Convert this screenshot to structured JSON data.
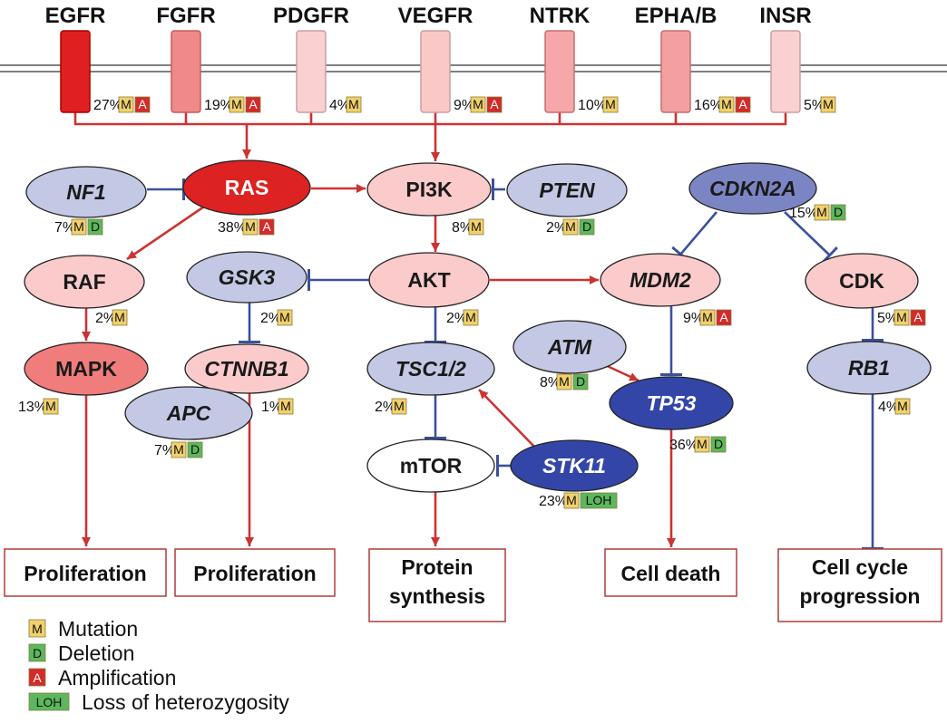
{
  "colors": {
    "activating": "#cc3333",
    "inhibiting": "#3b519c",
    "mutation_badge": "#f2d16b",
    "deletion_badge": "#5cb85c",
    "amplification_badge": "#d42a2a",
    "loh_badge": "#5cb85c"
  },
  "receptors": [
    {
      "label": "EGFR",
      "percent": "27%",
      "badges": [
        "M",
        "A"
      ],
      "fill": "#e02020"
    },
    {
      "label": "FGFR",
      "percent": "19%",
      "badges": [
        "M",
        "A"
      ],
      "fill": "#f08a8a"
    },
    {
      "label": "PDGFR",
      "percent": "4%",
      "badges": [
        "M"
      ],
      "fill": "#fbd0d0"
    },
    {
      "label": "VEGFR",
      "percent": "9%",
      "badges": [
        "M",
        "A"
      ],
      "fill": "#fbc8c8"
    },
    {
      "label": "NTRK",
      "percent": "10%",
      "badges": [
        "M"
      ],
      "fill": "#f6a8a8"
    },
    {
      "label": "EPHA/B",
      "percent": "16%",
      "badges": [
        "M",
        "A"
      ],
      "fill": "#f4a0a0"
    },
    {
      "label": "INSR",
      "percent": "5%",
      "badges": [
        "M"
      ],
      "fill": "#fbd0d0"
    }
  ],
  "nodes": {
    "nf1": {
      "label": "NF1",
      "percent": "7%",
      "badges": [
        "M",
        "D"
      ],
      "fill": "#c3c8e4",
      "text": "#1a1a1a"
    },
    "ras": {
      "label": "RAS",
      "percent": "38%",
      "badges": [
        "M",
        "A"
      ],
      "fill": "#dd2222",
      "text": "#ffffff"
    },
    "pi3k": {
      "label": "PI3K",
      "percent": "8%",
      "badges": [
        "M"
      ],
      "fill": "#fbcaca",
      "text": "#1a1a1a"
    },
    "pten": {
      "label": "PTEN",
      "percent": "2%",
      "badges": [
        "M",
        "D"
      ],
      "fill": "#c3c8e4",
      "text": "#1a1a1a"
    },
    "cdkn2a": {
      "label": "CDKN2A",
      "percent": "15%",
      "badges": [
        "M",
        "D"
      ],
      "fill": "#7c85c4",
      "text": "#1a1a1a"
    },
    "raf": {
      "label": "RAF",
      "percent": "2%",
      "badges": [
        "M"
      ],
      "fill": "#fbcaca",
      "text": "#1a1a1a"
    },
    "gsk3": {
      "label": "GSK3",
      "percent": "2%",
      "badges": [
        "M"
      ],
      "fill": "#c3c8e4",
      "text": "#1a1a1a"
    },
    "akt": {
      "label": "AKT",
      "percent": "2%",
      "badges": [
        "M"
      ],
      "fill": "#fbcaca",
      "text": "#1a1a1a"
    },
    "mdm2": {
      "label": "MDM2",
      "percent": "9%",
      "badges": [
        "M",
        "A"
      ],
      "fill": "#fbcaca",
      "text": "#1a1a1a"
    },
    "cdk": {
      "label": "CDK",
      "percent": "5%",
      "badges": [
        "M",
        "A"
      ],
      "fill": "#fbcaca",
      "text": "#1a1a1a"
    },
    "mapk": {
      "label": "MAPK",
      "percent": "13%",
      "badges": [
        "M"
      ],
      "fill": "#f07c7c",
      "text": "#1a1a1a"
    },
    "ctnnb1": {
      "label": "CTNNB1",
      "percent": "1%",
      "badges": [
        "M"
      ],
      "fill": "#fbcaca",
      "text": "#1a1a1a"
    },
    "apc": {
      "label": "APC",
      "percent": "7%",
      "badges": [
        "M",
        "D"
      ],
      "fill": "#c3c8e4",
      "text": "#1a1a1a"
    },
    "tsc12": {
      "label": "TSC1/2",
      "percent": "2%",
      "badges": [
        "M"
      ],
      "fill": "#c3c8e4",
      "text": "#1a1a1a"
    },
    "atm": {
      "label": "ATM",
      "percent": "8%",
      "badges": [
        "M",
        "D"
      ],
      "fill": "#c3c8e4",
      "text": "#1a1a1a"
    },
    "tp53": {
      "label": "TP53",
      "percent": "36%",
      "badges": [
        "M",
        "D"
      ],
      "fill": "#3346a8",
      "text": "#ffffff"
    },
    "rb1": {
      "label": "RB1",
      "percent": "4%",
      "badges": [
        "M"
      ],
      "fill": "#c3c8e4",
      "text": "#1a1a1a"
    },
    "mtor": {
      "label": "mTOR",
      "percent": "",
      "badges": [],
      "fill": "#ffffff",
      "text": "#1a1a1a"
    },
    "stk11": {
      "label": "STK11",
      "percent": "23%",
      "badges": [
        "M",
        "LOH"
      ],
      "fill": "#3346a8",
      "text": "#ffffff"
    }
  },
  "outcomes": {
    "prolif1": [
      "Proliferation"
    ],
    "prolif2": [
      "Proliferation"
    ],
    "protein": [
      "Protein",
      "synthesis"
    ],
    "death": [
      "Cell death"
    ],
    "cycle": [
      "Cell cycle",
      "progression"
    ]
  },
  "legend": [
    {
      "badge": "M",
      "label": "Mutation"
    },
    {
      "badge": "D",
      "label": "Deletion"
    },
    {
      "badge": "A",
      "label": "Amplification"
    },
    {
      "badge": "LOH",
      "label": "Loss of heterozygosity"
    }
  ]
}
